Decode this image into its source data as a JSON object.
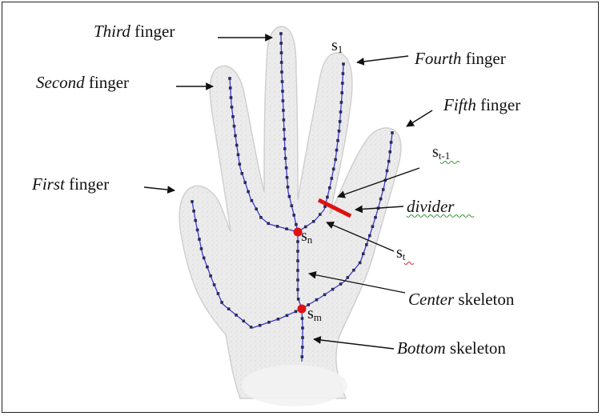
{
  "labels": {
    "third": {
      "italic": "Third",
      "rest": " finger"
    },
    "second": {
      "italic": "Second",
      "rest": " finger"
    },
    "fourth": {
      "italic": "Fourth",
      "rest": " finger"
    },
    "fifth": {
      "italic": "Fifth",
      "rest": " finger"
    },
    "first": {
      "italic": "First",
      "rest": " finger"
    },
    "divider": "divider",
    "center": {
      "italic": "Center",
      "rest": " skeleton"
    },
    "bottom": {
      "italic": "Bottom",
      "rest": " skeleton"
    }
  },
  "points": {
    "s1": {
      "base": "s",
      "sub": "1"
    },
    "st1": {
      "base": "s",
      "sub": "t-1"
    },
    "st": {
      "base": "s",
      "sub": "t"
    },
    "sn": {
      "base": "s",
      "sub": "n"
    },
    "sm": {
      "base": "s",
      "sub": "m"
    }
  },
  "colors": {
    "skeleton_line": "#3a3ad6",
    "skeleton_node": "#2a2a55",
    "key_point": "#e01010",
    "divider": "#e01010",
    "hand_fill": "#e9e9e9",
    "hand_outline": "#d0d0d0"
  }
}
